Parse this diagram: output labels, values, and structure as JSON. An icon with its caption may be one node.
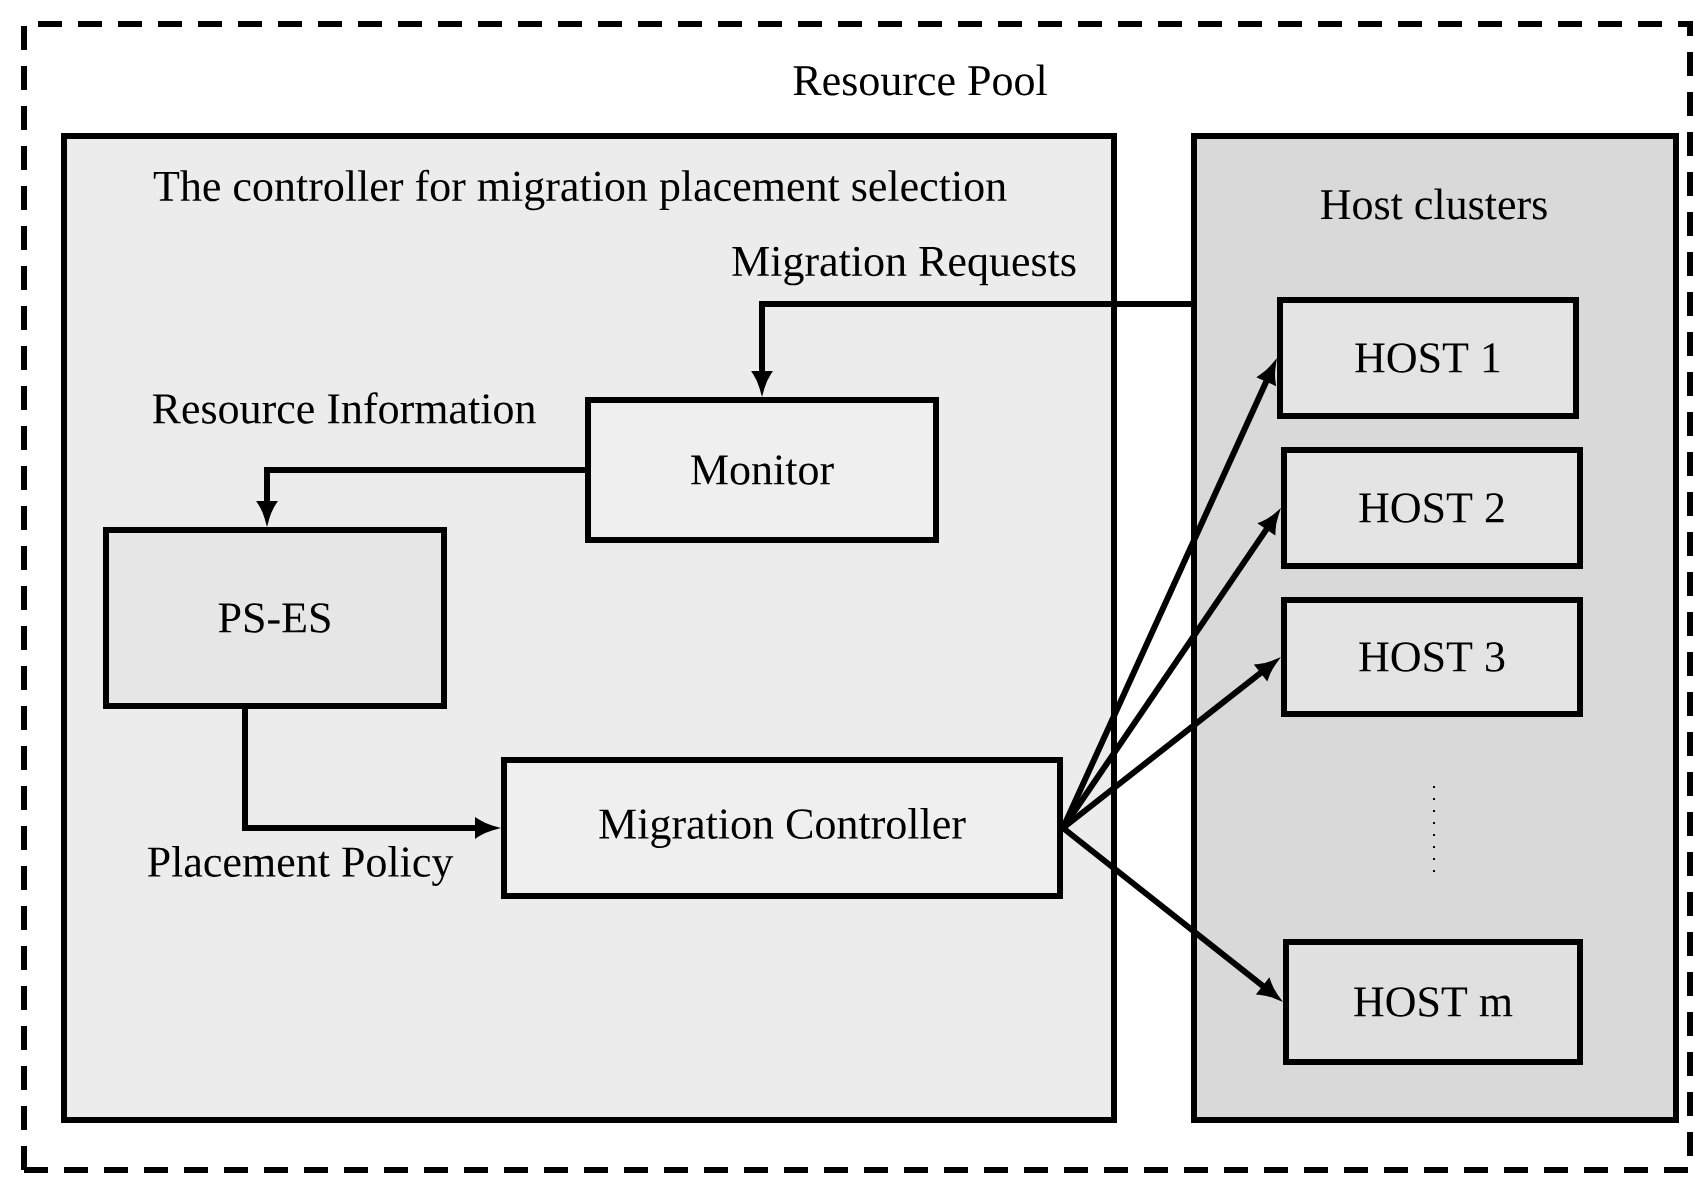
{
  "diagram": {
    "nodes": [
      {
        "text": [
          "Resource Pool"
        ]
      },
      {
        "text": [
          "The controller for migration placement selection"
        ],
        "in": 0
      },
      {
        "text": [
          "Host clusters"
        ],
        "in": 0
      },
      {
        "text": [
          "Monitor"
        ],
        "in": 1
      },
      {
        "text": [
          "PS-ES"
        ],
        "in": 1
      },
      {
        "text": [
          "Migration Controller"
        ],
        "in": 1
      },
      {
        "text": [
          "HOST 1"
        ],
        "in": 2
      },
      {
        "text": [
          "HOST 2"
        ],
        "in": 2
      },
      {
        "text": [
          "HOST 3"
        ],
        "in": 2
      },
      {
        "text": [
          "HOST m"
        ],
        "in": 2
      }
    ],
    "edges": [
      {
        "from": 2,
        "to": 3,
        "arrow": "to",
        "label": "Migration Requests"
      },
      {
        "from": 3,
        "to": 4,
        "arrow": "to",
        "label": "Resource Information"
      },
      {
        "from": 4,
        "to": 5,
        "arrow": "to",
        "label": "Placement Policy"
      },
      {
        "from": 5,
        "to": 6,
        "arrow": "to"
      },
      {
        "from": 5,
        "to": 7,
        "arrow": "to"
      },
      {
        "from": 5,
        "to": 8,
        "arrow": "to"
      },
      {
        "from": 5,
        "to": 9,
        "arrow": "to"
      }
    ]
  }
}
